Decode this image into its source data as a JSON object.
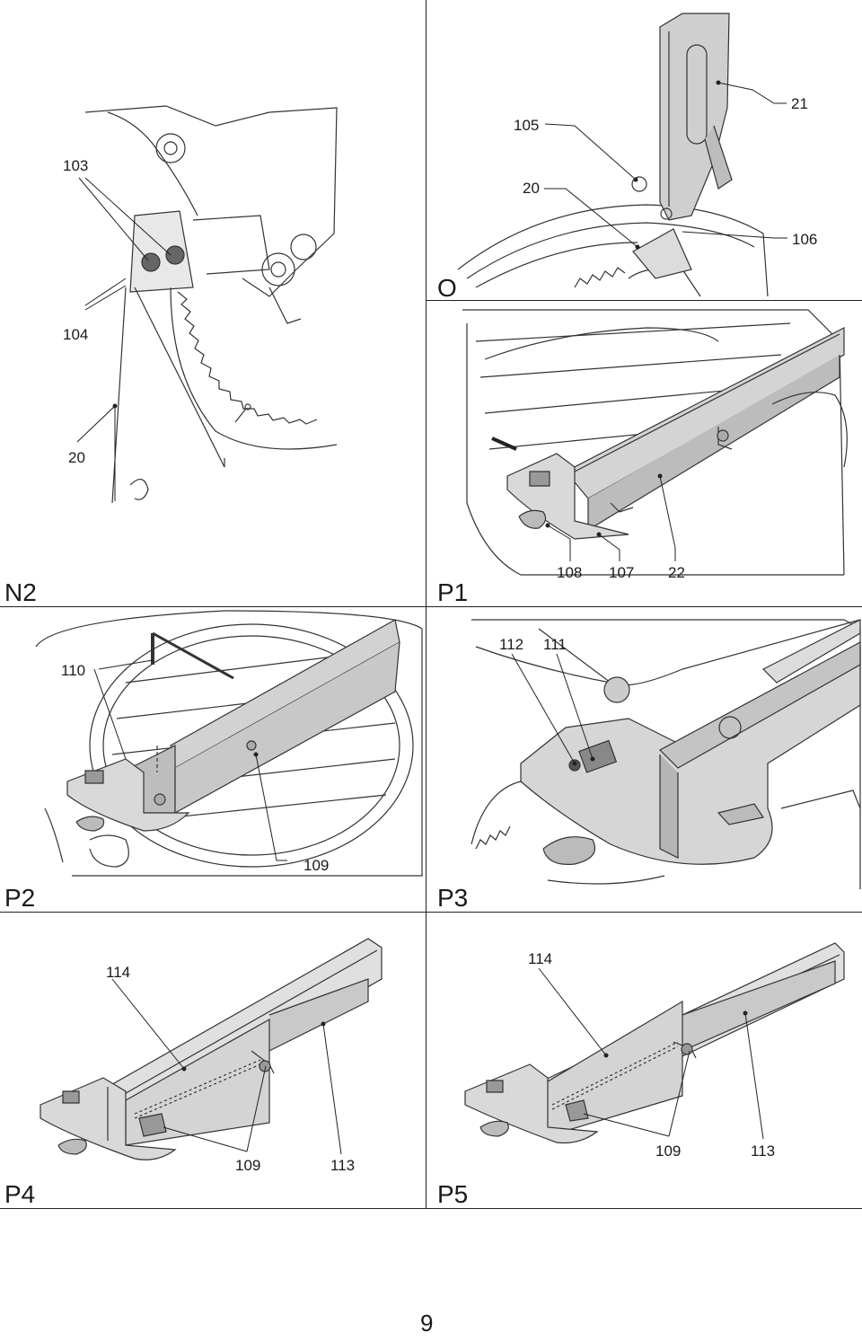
{
  "figures": {
    "N2": {
      "label": "N2",
      "callouts": [
        "103",
        "104",
        "20"
      ]
    },
    "O": {
      "label": "O",
      "callouts": [
        "105",
        "21",
        "20",
        "106"
      ]
    },
    "P1": {
      "label": "P1",
      "callouts": [
        "108",
        "107",
        "22"
      ]
    },
    "P2": {
      "label": "P2",
      "callouts": [
        "110",
        "109"
      ]
    },
    "P3": {
      "label": "P3",
      "callouts": [
        "112",
        "111"
      ]
    },
    "P4": {
      "label": "P4",
      "callouts": [
        "114",
        "109",
        "113"
      ]
    },
    "P5": {
      "label": "P5",
      "callouts": [
        "114",
        "109",
        "113"
      ]
    }
  },
  "page_number": "9"
}
